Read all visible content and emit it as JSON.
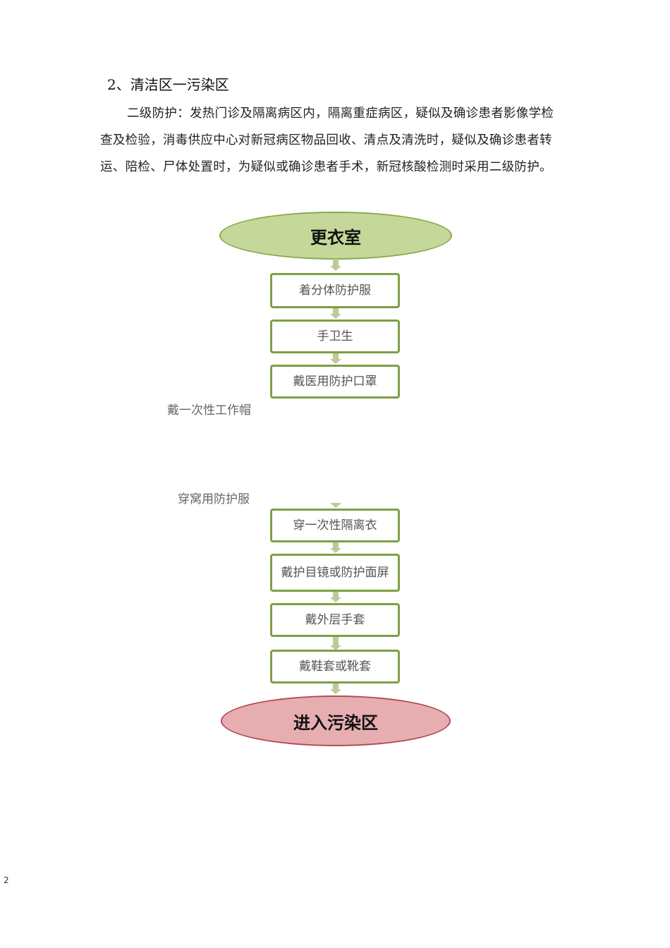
{
  "document": {
    "heading": "2、清洁区一污染区",
    "paragraph": "二级防护：发热门诊及隔离病区内，隔离重症病区，疑似及确诊患者影像学检查及检验，消毒供应中心对新冠病区物品回收、清点及清洗时，疑似及确诊患者转运、陪检、尸体处置时，为疑似或确诊患者手术，新冠核酸检测时采用二级防护。",
    "page_number": "2"
  },
  "flowchart": {
    "start": "更衣室",
    "steps": [
      "着分体防护服",
      "手卫生",
      "戴医用防护口罩",
      "穿一次性隔离衣",
      "戴护目镜或防护面屏",
      "戴外层手套",
      "戴鞋套或靴套"
    ],
    "side_labels": [
      "戴一次性工作帽",
      "穿窝用防护服"
    ],
    "end": "进入污染区",
    "colors": {
      "start_fill": "#c5d89a",
      "start_border": "#8aaa4a",
      "box_border": "#7f9f45",
      "arrow": "#b9cc98",
      "end_fill": "#e6aeb1",
      "end_border": "#b44a52"
    }
  }
}
